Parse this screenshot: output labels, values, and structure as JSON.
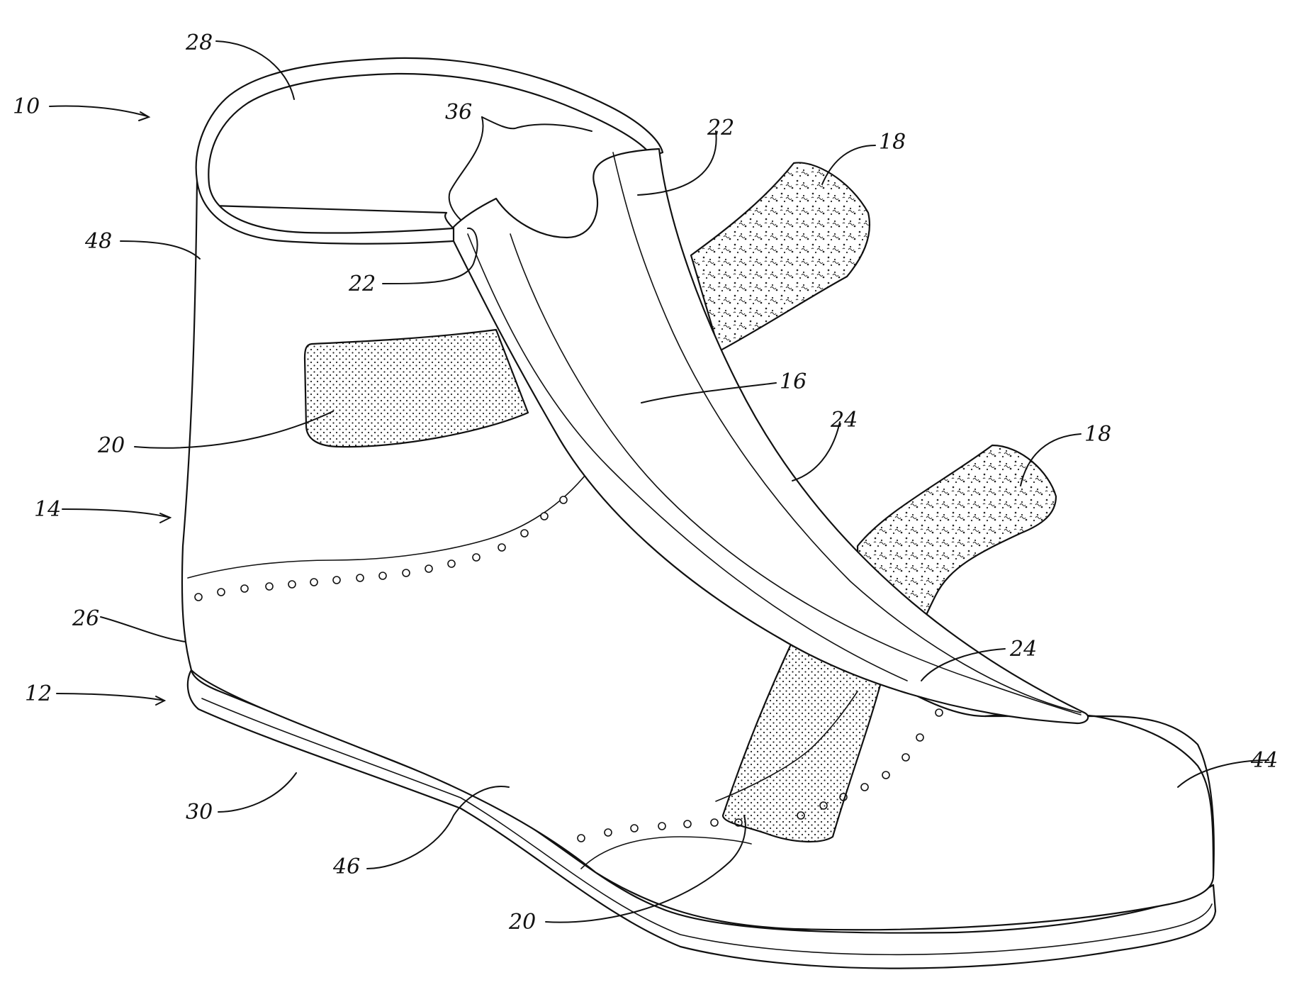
{
  "figure": {
    "refs": {
      "r10": "10",
      "r12": "12",
      "r14": "14",
      "r16": "16",
      "r18a": "18",
      "r18b": "18",
      "r20a": "20",
      "r20b": "20",
      "r22a": "22",
      "r22b": "22",
      "r24a": "24",
      "r24b": "24",
      "r26": "26",
      "r28": "28",
      "r30": "30",
      "r36": "36",
      "r44": "44",
      "r46": "46",
      "r48": "48"
    }
  }
}
